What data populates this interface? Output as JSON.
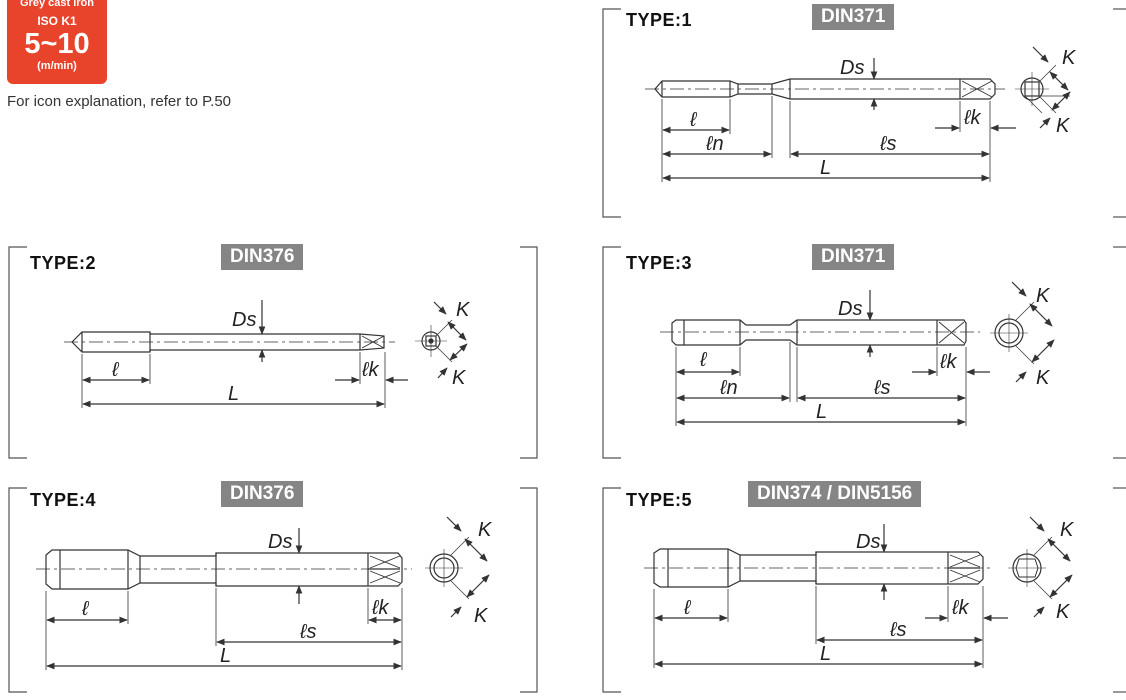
{
  "badge": {
    "material": "Grey cast iron",
    "iso": "ISO K1",
    "speed": "5~10",
    "unit": "(m/min)",
    "color": "#e8432b"
  },
  "reference_note": "For icon explanation, refer to P.50",
  "types": [
    {
      "label": "TYPE:1",
      "standard": "DIN371"
    },
    {
      "label": "TYPE:2",
      "standard": "DIN376"
    },
    {
      "label": "TYPE:3",
      "standard": "DIN371"
    },
    {
      "label": "TYPE:4",
      "standard": "DIN376"
    },
    {
      "label": "TYPE:5",
      "standard": "DIN374 / DIN5156"
    }
  ],
  "dim_labels": {
    "l": "ℓ",
    "ln": "ℓn",
    "ls": "ℓs",
    "lk": "ℓk",
    "L": "L",
    "Ds": "Ds",
    "K": "K"
  },
  "colors": {
    "din_tag": "#858585",
    "line": "#333333"
  }
}
